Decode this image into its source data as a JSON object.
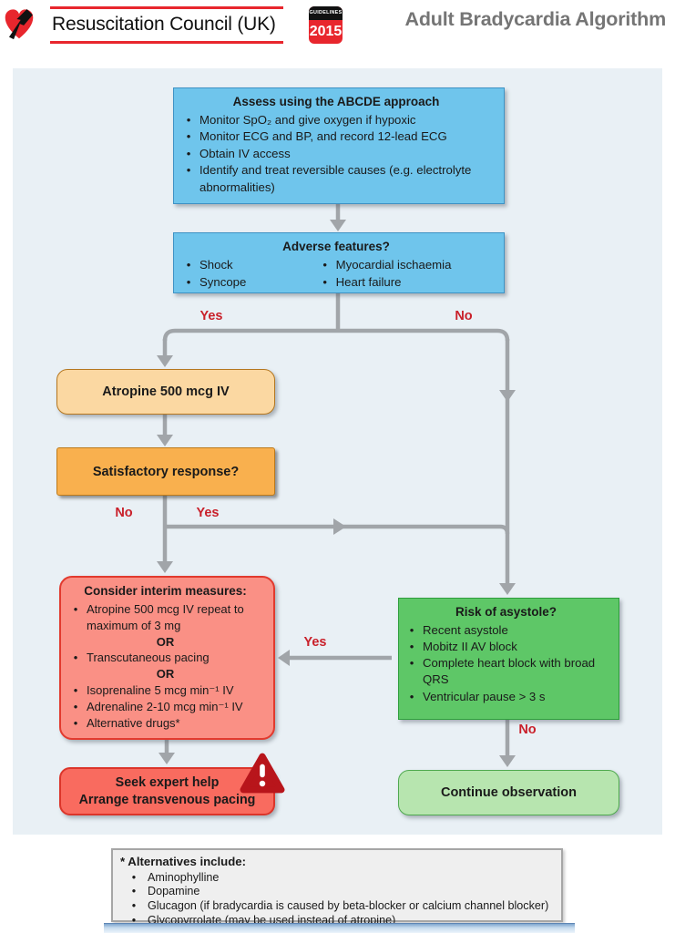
{
  "header": {
    "brand": "Resuscitation Council (UK)",
    "badge": {
      "top": "GUIDELINES",
      "year": "2015"
    },
    "title": "Adult Bradycardia Algorithm"
  },
  "flow": {
    "assess": {
      "title": "Assess using the ABCDE approach",
      "bullets": [
        "Monitor SpO₂ and give oxygen if hypoxic",
        "Monitor ECG and BP, and record 12-lead ECG",
        "Obtain IV access",
        "Identify and treat reversible causes (e.g. electrolyte abnormalities)"
      ]
    },
    "adverse": {
      "title": "Adverse features?",
      "left_bullets": [
        "Shock",
        "Syncope"
      ],
      "right_bullets": [
        "Myocardial ischaemia",
        "Heart failure"
      ]
    },
    "branch_labels": {
      "yes": "Yes",
      "no": "No"
    },
    "atropine": "Atropine 500 mcg IV",
    "satisfactory": "Satisfactory response?",
    "interim": {
      "title": "Consider interim measures:",
      "or": "OR",
      "bullets": [
        "Atropine 500 mcg IV repeat to maximum of 3 mg",
        "Transcutaneous pacing",
        "Isoprenaline 5 mcg min⁻¹ IV",
        "Adrenaline 2-10 mcg min⁻¹ IV",
        "Alternative drugs*"
      ]
    },
    "asystole": {
      "title": "Risk of asystole?",
      "bullets": [
        "Recent asystole",
        "Mobitz II AV block",
        "Complete heart block with broad QRS",
        "Ventricular pause > 3 s"
      ]
    },
    "seek": {
      "line1": "Seek expert help",
      "line2": "Arrange transvenous pacing"
    },
    "continue": "Continue observation"
  },
  "footnote": {
    "title": "* Alternatives include:",
    "bullets": [
      "Aminophylline",
      "Dopamine",
      "Glucagon (if bradycardia is caused by beta-blocker or calcium channel blocker)",
      "Glycopyrrolate (may be used instead of atropine)"
    ]
  },
  "colors": {
    "brand_red": "#E8262D",
    "blue_box": "#6FC5EC",
    "orange_light": "#FBD8A2",
    "orange": "#F9B04E",
    "salmon_box": "#FA9085",
    "red_box": "#F96B5F",
    "green_box": "#5EC767",
    "green_light": "#B7E5AF",
    "line_gray": "#A1A5A9",
    "label_red": "#C9202A",
    "panel_bg": "#E9F0F5"
  }
}
